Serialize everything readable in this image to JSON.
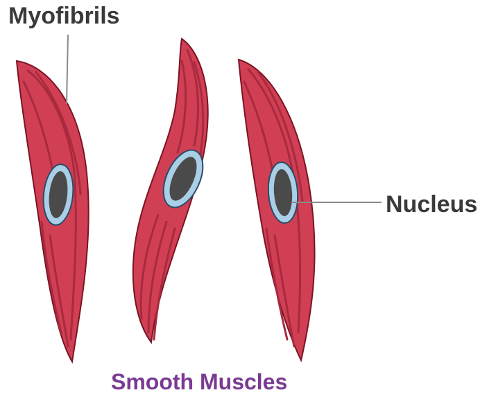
{
  "labels": {
    "myofibrils": "Myofibrils",
    "nucleus": "Nucleus",
    "title": "Smooth Muscles"
  },
  "colors": {
    "cell_fill": "#d13f54",
    "cell_outline": "#7a1424",
    "fibril_line": "#a82a3e",
    "nucleus_ring": "#a9cfe6",
    "nucleus_core": "#4a4a4a",
    "leader_line": "#8a8a8a",
    "title_color": "#7a3a92"
  }
}
